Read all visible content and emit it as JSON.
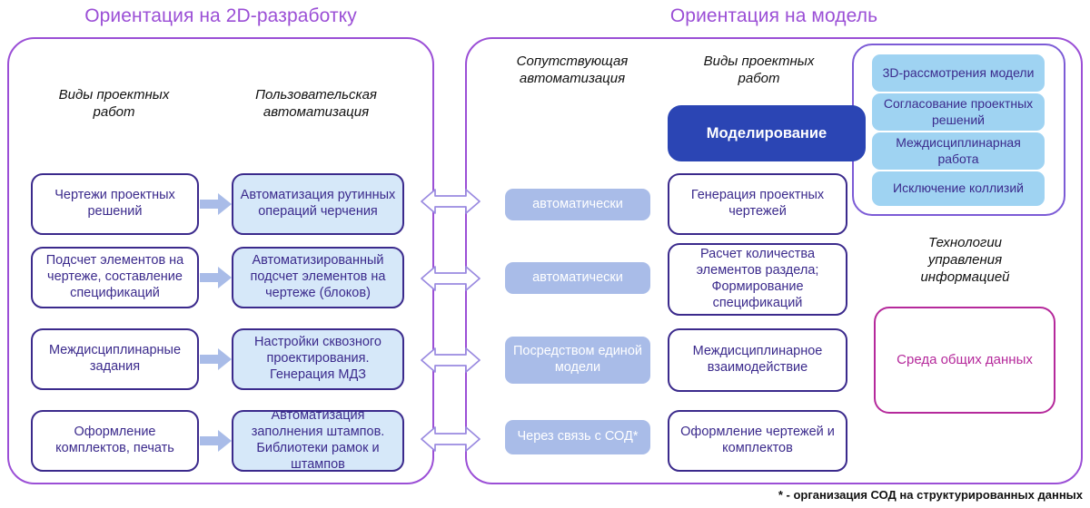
{
  "panels": {
    "left": {
      "title": "Ориентация на 2D-разработку"
    },
    "right": {
      "title": "Ориентация на модель"
    }
  },
  "captions": {
    "left_col1": "Виды проектных\nработ",
    "left_col2": "Пользовательская\nавтоматизация",
    "right_col1": "Сопутствующая\nавтоматизация",
    "right_col2": "Виды проектных\nработ",
    "right_tech": "Технологии\nуправления\nинформацией"
  },
  "left_panel": {
    "work_types": [
      "Чертежи проектных решений",
      "Подсчет элементов на чертеже, составление спецификаций",
      "Междисциплинарные задания",
      "Оформление комплектов, печать"
    ],
    "automation": [
      "Автоматизация рутинных операций черчения",
      "Автоматизированный подсчет элементов на чертеже (блоков)",
      "Настройки сквозного проектирования. Генерация МДЗ",
      "Автоматизация заполнения штампов. Библиотеки рамок и штампов"
    ]
  },
  "right_panel": {
    "model_box": "Моделирование",
    "capabilities": [
      "3D-рассмотрения модели",
      "Согласование проектных решений",
      "Междисциплинарная работа",
      "Исключение коллизий"
    ],
    "automation_chips": [
      "автоматически",
      "автоматически",
      "Посредством единой модели",
      "Через связь с СОД*"
    ],
    "work_types": [
      "Генерация проектных чертежей",
      "Расчет количества элементов раздела; Формирование спецификаций",
      "Междисциплинарное взаимодействие",
      "Оформление чертежей и комплектов"
    ],
    "cde_box": "Среда общих данных"
  },
  "footnote": "* - организация СОД на структурированных данных",
  "colors": {
    "panel_border": "#9b4fd6",
    "title": "#9b4fd6",
    "box_border": "#3b2a8c",
    "box_text": "#3b2a8c",
    "tinted_fill": "#d6e8f9",
    "chip_fill": "#a9bce8",
    "pill_fill": "#9fd3f2",
    "strong_fill": "#2b45b4",
    "cde_border": "#b5299b",
    "cluster_border": "#7c5bd6",
    "arrow_fill": "#a9bce8",
    "bi_arrow_stroke": "#9a8ae0"
  }
}
